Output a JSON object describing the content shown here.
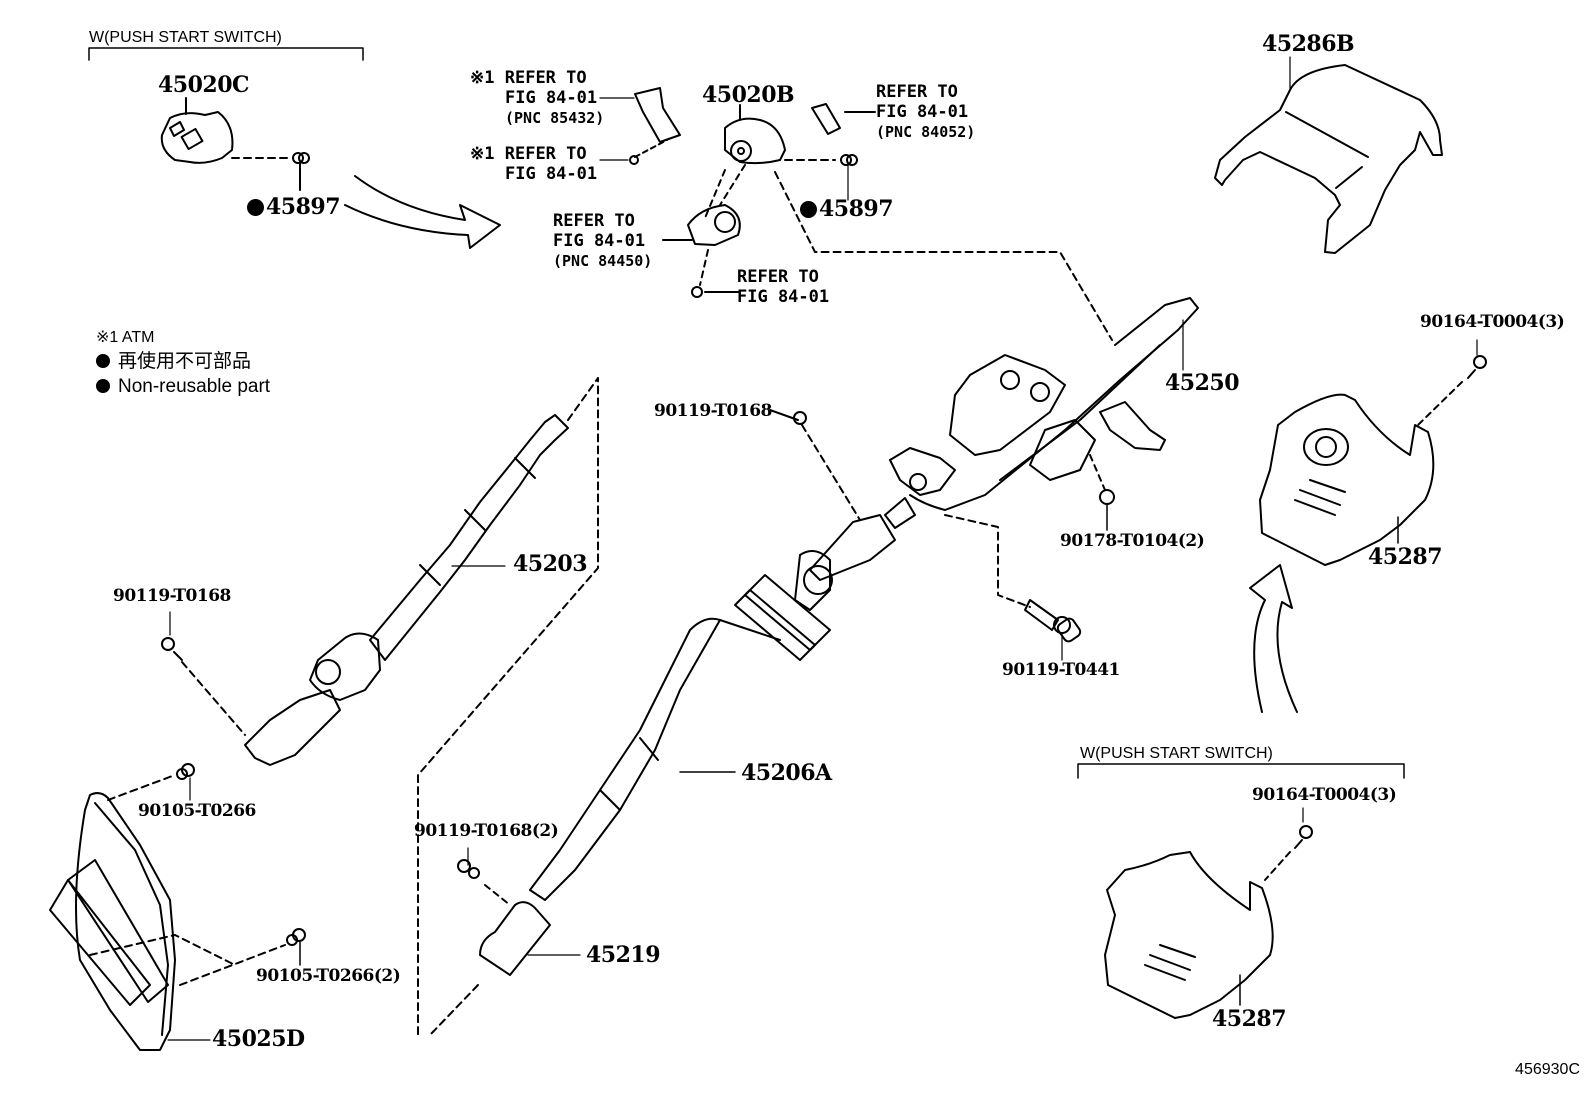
{
  "conditions": {
    "top_left": "W(PUSH START SWITCH)",
    "bottom_right": "W(PUSH START SWITCH)"
  },
  "legend": {
    "atm_note": "※1 ATM",
    "non_reusable_jp": "再使用不可部品",
    "non_reusable_en": "Non-reusable part"
  },
  "parts": {
    "p45020C": "45020C",
    "p45897_left": "45897",
    "p45020B": "45020B",
    "p45897_right": "45897",
    "p45286B": "45286B",
    "p45250": "45250",
    "p90164_top": "90164-T0004(3)",
    "p45287_top": "45287",
    "p90119_T0168_center": "90119-T0168",
    "p90178": "90178-T0104(2)",
    "p90119_T0441": "90119-T0441",
    "p45203": "45203",
    "p90119_T0168_left": "90119-T0168",
    "p90105_T0266": "90105-T0266",
    "p90105_T0266_2": "90105-T0266(2)",
    "p45025D": "45025D",
    "p45206A": "45206A",
    "p90119_T0168_2": "90119-T0168(2)",
    "p45219": "45219",
    "p90164_bottom": "90164-T0004(3)",
    "p45287_bottom": "45287"
  },
  "references": {
    "ref1": {
      "marker": "※1",
      "line1": "REFER TO",
      "line2": "FIG 84-01",
      "pnc": "(PNC 85432)"
    },
    "ref2": {
      "marker": "※1",
      "line1": "REFER TO",
      "line2": "FIG 84-01"
    },
    "ref3": {
      "line1": "REFER TO",
      "line2": "FIG 84-01",
      "pnc": "(PNC 84052)"
    },
    "ref4": {
      "line1": "REFER TO",
      "line2": "FIG 84-01",
      "pnc": "(PNC 84450)"
    },
    "ref5": {
      "line1": "REFER TO",
      "line2": "FIG 84-01"
    }
  },
  "figure_number": "456930C"
}
